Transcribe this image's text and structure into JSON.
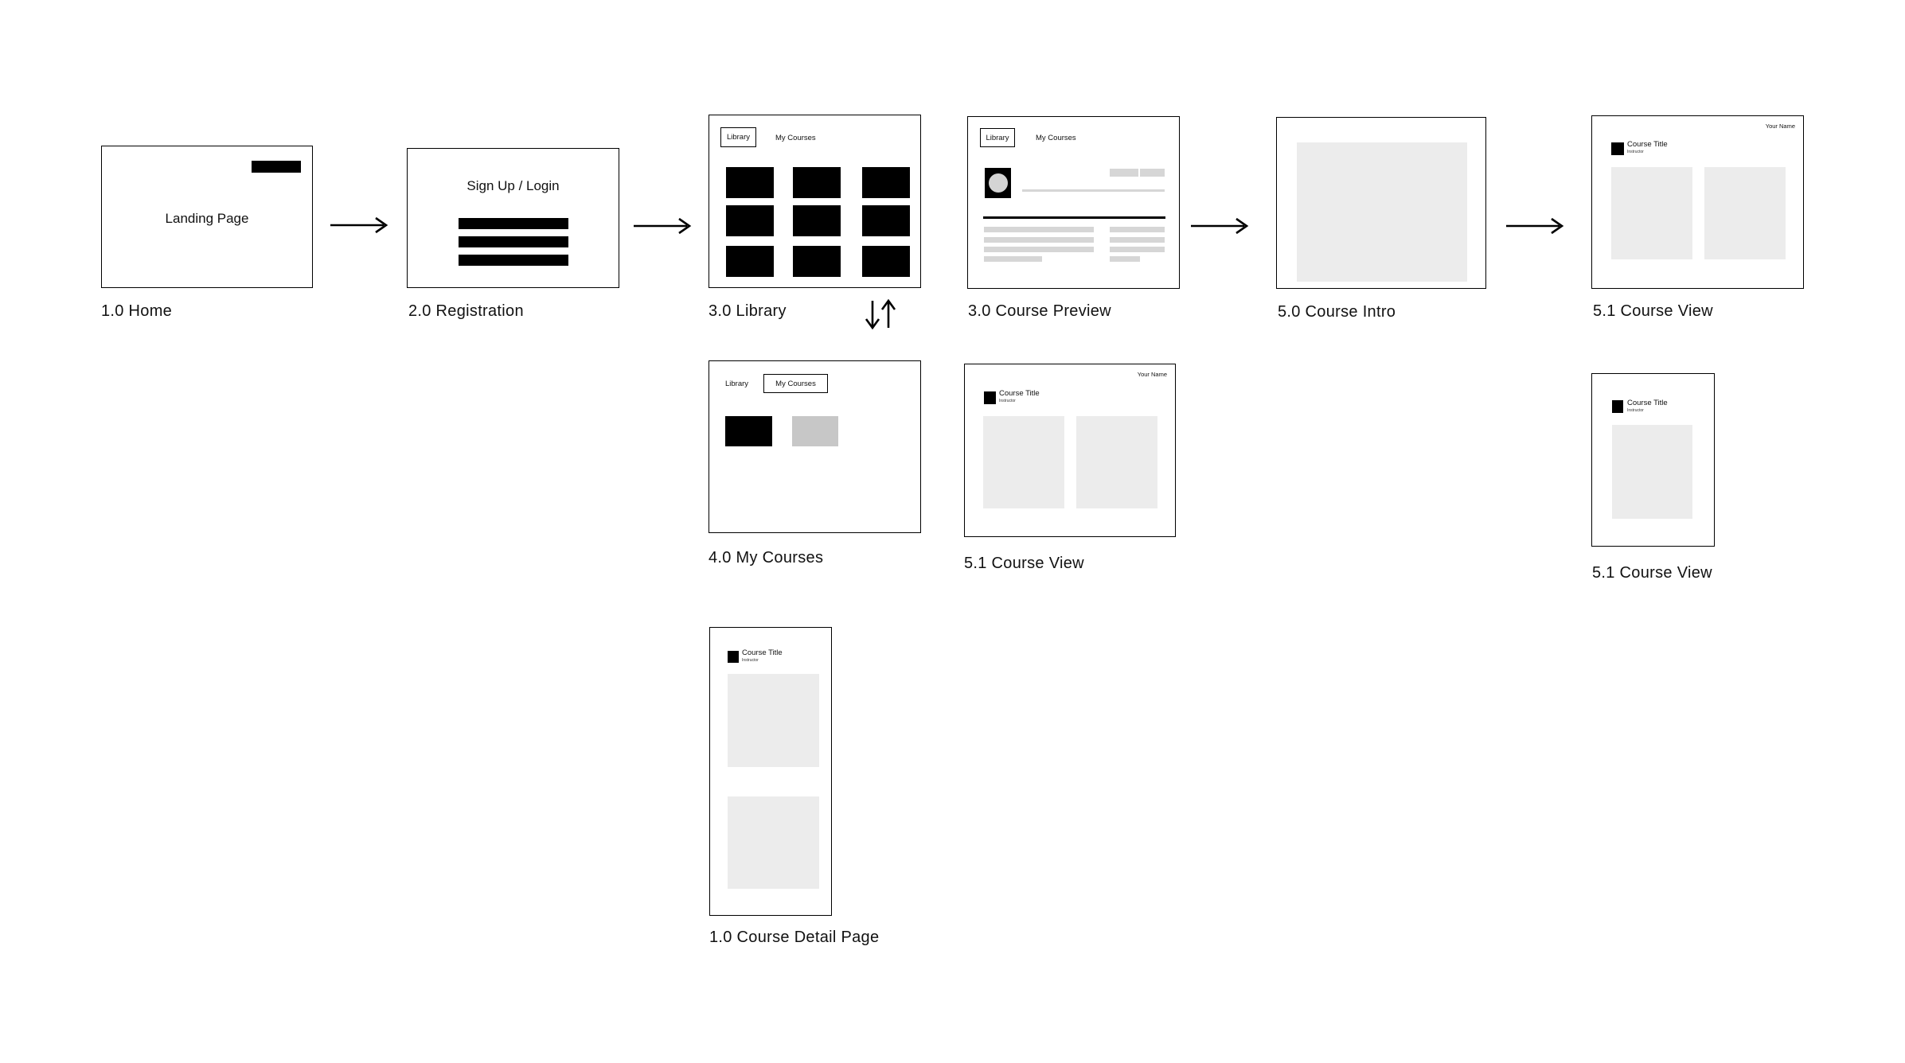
{
  "palette": {
    "ink": "#000000",
    "panel_gray": "#ececec",
    "bar_gray": "#d6d6d6",
    "card_gray": "#c7c7c7",
    "background": "#ffffff"
  },
  "icons": {
    "flow_arrow": "arrow-right-icon",
    "library_sort": "arrow-down-up-icon"
  },
  "screens": {
    "home": {
      "label": "1.0 Home",
      "title": "Landing Page"
    },
    "registration": {
      "label": "2.0 Registration",
      "title": "Sign Up / Login"
    },
    "library": {
      "label": "3.0 Library",
      "tab_library": "Library",
      "tab_my_courses": "My Courses"
    },
    "course_preview": {
      "label": "3.0 Course Preview",
      "tab_library": "Library",
      "tab_my_courses": "My Courses"
    },
    "course_intro": {
      "label": "5.0 Course Intro"
    },
    "course_view_top": {
      "label": "5.1 Course View",
      "user_name": "Your Name",
      "course_title": "Course Title",
      "instructor": "Instructor"
    },
    "my_courses": {
      "label": "4.0 My Courses",
      "tab_library": "Library",
      "tab_my_courses": "My Courses"
    },
    "course_view_mid": {
      "label": "5.1 Course View",
      "user_name": "Your Name",
      "course_title": "Course Title",
      "instructor": "Instructor"
    },
    "course_view_narrow": {
      "label": "5.1 Course View",
      "course_title": "Course Title",
      "instructor": "Instructor"
    },
    "course_detail": {
      "label": "1.0 Course Detail Page",
      "course_title": "Course Title",
      "instructor": "Instructor"
    }
  }
}
